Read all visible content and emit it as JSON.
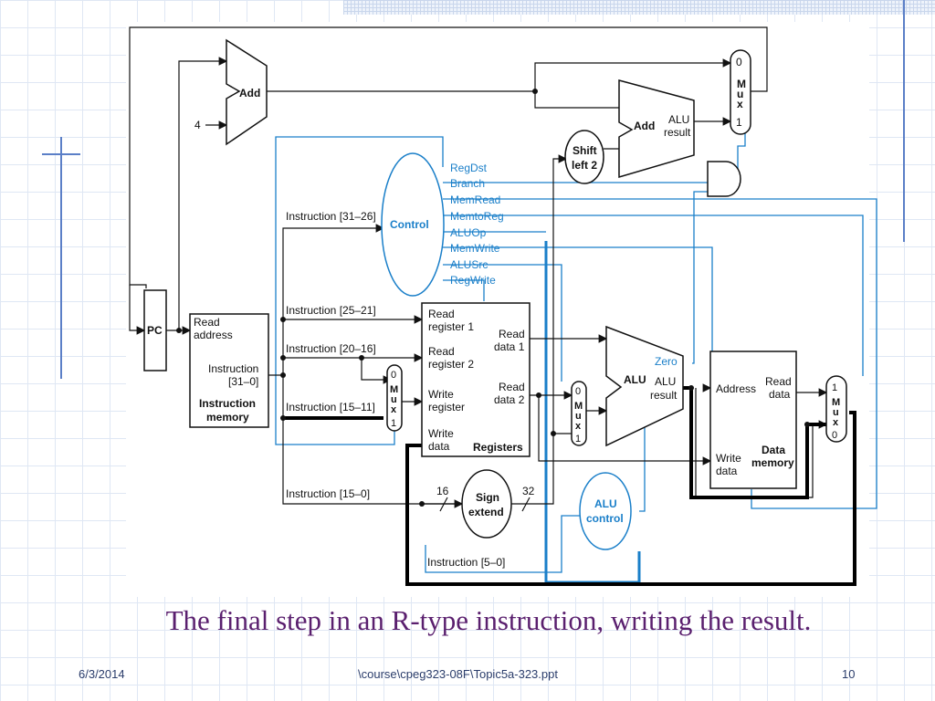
{
  "slide": {
    "caption": "The final step in an R-type instruction, writing the result.",
    "footer": {
      "date": "6/3/2014",
      "file": "\\course\\cpeg323-08F\\Topic5a-323.ppt",
      "page": "10"
    }
  },
  "diagram": {
    "adder_top": "Add",
    "const_four": "4",
    "adder_branch": "Add",
    "adder_branch_result": [
      "ALU",
      "result"
    ],
    "shift_left": [
      "Shift",
      "left 2"
    ],
    "pc": "PC",
    "imem_read_address": [
      "Read",
      "address"
    ],
    "imem_instruction": [
      "Instruction",
      "[31–0]"
    ],
    "imem_title": [
      "Instruction",
      "memory"
    ],
    "control": "Control",
    "control_signals": [
      "RegDst",
      "Branch",
      "MemRead",
      "MemtoReg",
      "ALUOp",
      "MemWrite",
      "ALUSrc",
      "RegWrite"
    ],
    "instr_fields": {
      "f31_26": "Instruction [31–26]",
      "f25_21": "Instruction [25–21]",
      "f20_16": "Instruction [20–16]",
      "f15_11": "Instruction [15–11]",
      "f15_0": "Instruction [15–0]",
      "f5_0": "Instruction [5–0]"
    },
    "registers": {
      "read_reg1": [
        "Read",
        "register 1"
      ],
      "read_reg2": [
        "Read",
        "register 2"
      ],
      "write_reg": [
        "Write",
        "register"
      ],
      "write_data": [
        "Write",
        "data"
      ],
      "read_data1": [
        "Read",
        "data 1"
      ],
      "read_data2": [
        "Read",
        "data 2"
      ],
      "title": "Registers"
    },
    "mux_letters": [
      "M",
      "u",
      "x"
    ],
    "mux_reg_ports": [
      "0",
      "1"
    ],
    "mux_alu_ports": [
      "0",
      "1"
    ],
    "mux_pc_ports": [
      "0",
      "1"
    ],
    "mux_mem_ports": [
      "1",
      "0"
    ],
    "alu_main": "ALU",
    "alu_main_result": [
      "ALU",
      "result"
    ],
    "zero": "Zero",
    "sign_extend": [
      "Sign",
      "extend"
    ],
    "bits_16": "16",
    "bits_32": "32",
    "alu_control": [
      "ALU",
      "control"
    ],
    "dmem": {
      "address": "Address",
      "read_data": [
        "Read",
        "data"
      ],
      "write_data": [
        "Write",
        "data"
      ],
      "title": [
        "Data",
        "memory"
      ]
    }
  },
  "colors": {
    "wire": "#111111",
    "control_wire": "#1a7fc9",
    "highlight": "#000000",
    "caption": "#5a1f6e"
  }
}
